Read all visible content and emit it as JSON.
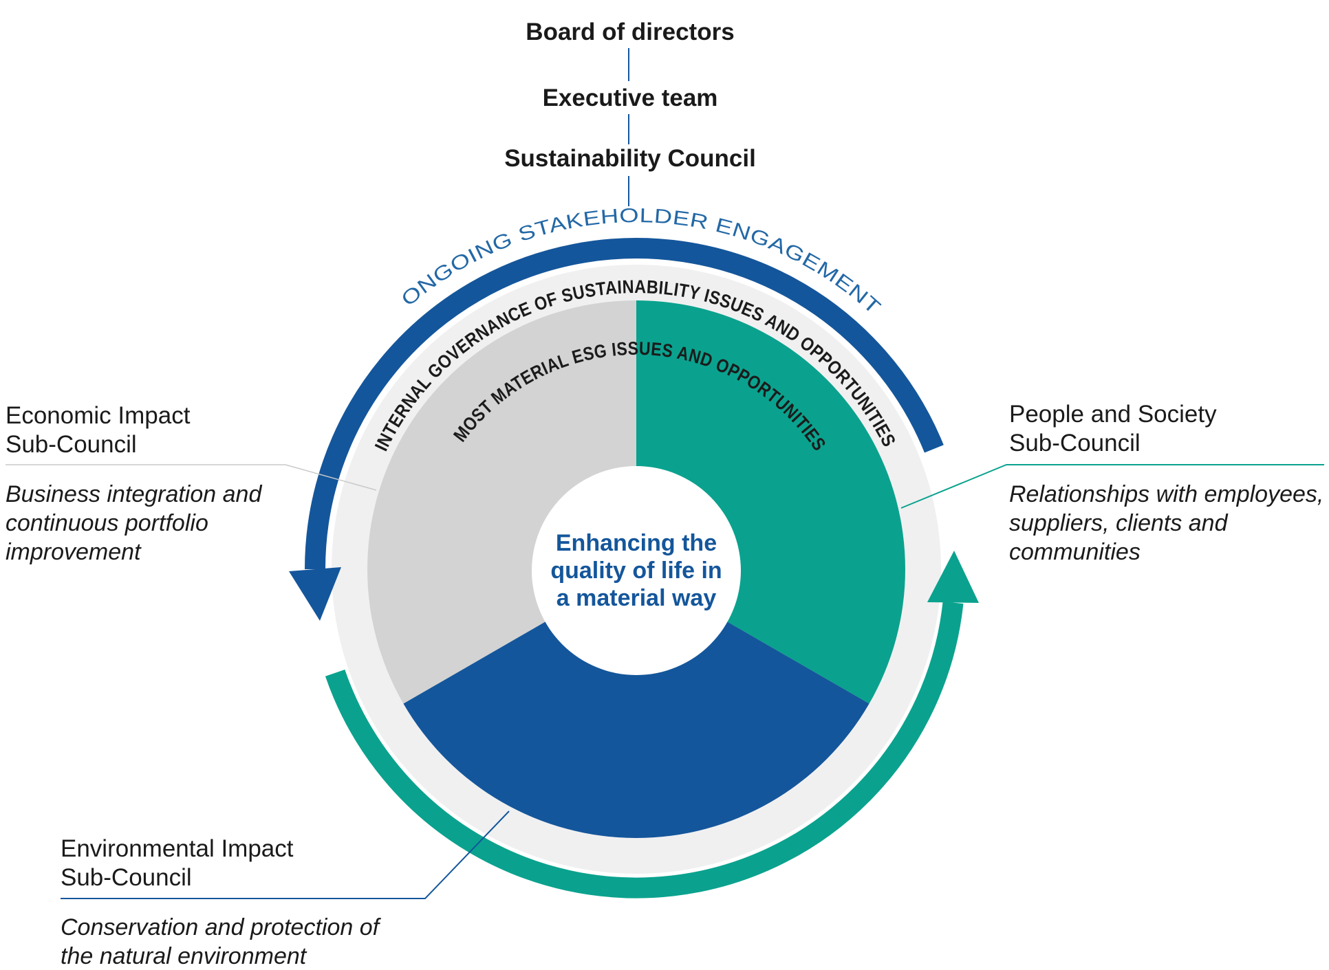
{
  "colors": {
    "blue": "#14569b",
    "teal": "#0aa28e",
    "pie_gray": "#d3d3d3",
    "ring_gray": "#f0f0f1",
    "outer_text_blue": "#2368a6",
    "connector_gray": "#c9c9c9",
    "text_dark": "#1b1b1b"
  },
  "hierarchy": {
    "levels": [
      {
        "label": "Board of directors"
      },
      {
        "label": "Executive team"
      },
      {
        "label": "Sustainability Council"
      }
    ]
  },
  "rings": {
    "outer": "ONGOING STAKEHOLDER ENGAGEMENT",
    "middle": "INTERNAL GOVERNANCE OF SUSTAINABILITY ISSUES AND OPPORTUNITIES",
    "inner": "MOST MATERIAL ESG ISSUES AND OPPORTUNITIES"
  },
  "center": {
    "lines": [
      "Enhancing the",
      "quality of life in",
      "a material way"
    ]
  },
  "sub_councils": {
    "economic": {
      "title": [
        "Economic Impact",
        "Sub-Council"
      ],
      "desc": [
        "Business integration and",
        "continuous portfolio",
        "improvement"
      ]
    },
    "people": {
      "title": [
        "People and Society",
        "Sub-Council"
      ],
      "desc": [
        "Relationships with employees,",
        "suppliers, clients and",
        "communities"
      ]
    },
    "environmental": {
      "title": [
        "Environmental Impact",
        "Sub-Council"
      ],
      "desc": [
        "Conservation and protection of",
        "the natural environment"
      ]
    }
  }
}
